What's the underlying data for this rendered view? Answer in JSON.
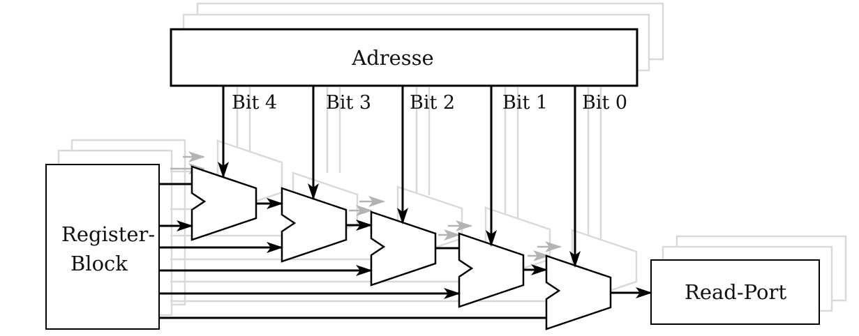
{
  "diagram": {
    "address_label": "Adresse",
    "bit_labels": [
      "Bit 4",
      "Bit 3",
      "Bit 2",
      "Bit 1",
      "Bit 0"
    ],
    "register_label_line1": "Register-",
    "register_label_line2": "Block",
    "read_port_label": "Read-Port",
    "colors": {
      "foreground": "#000000",
      "ghost": "#d9d9d9",
      "ghost_arrow": "#b3b3b3",
      "background": "#ffffff"
    }
  }
}
